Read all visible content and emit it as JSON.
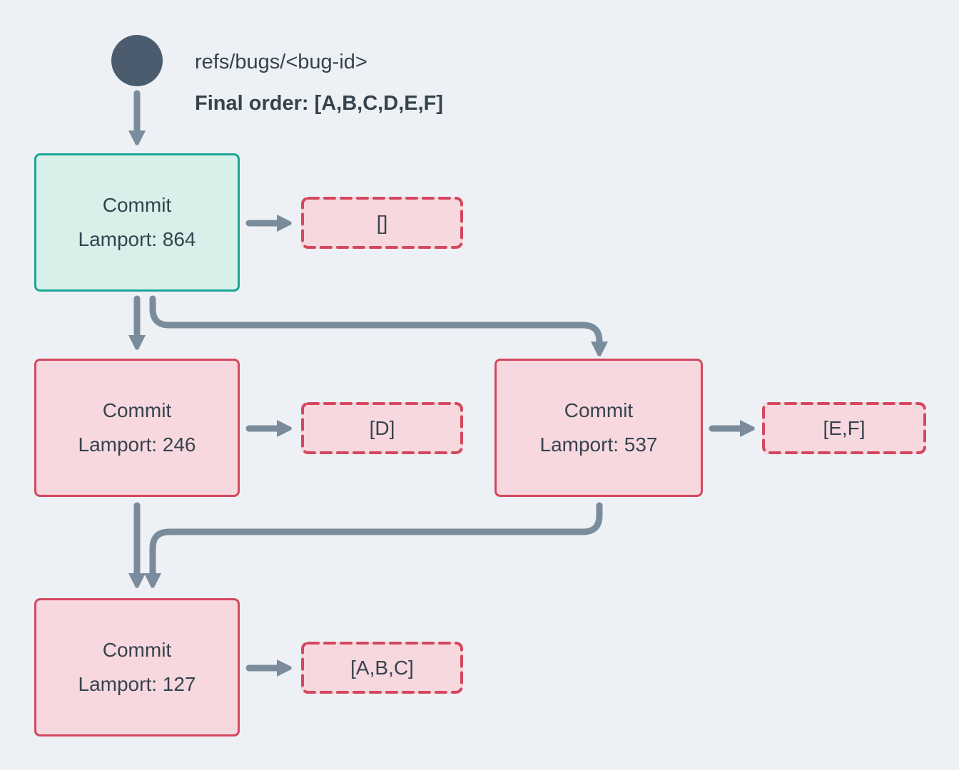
{
  "colors": {
    "page-bg": "#EDF1F5",
    "text": "#36434E",
    "circle": "#4A5C6D",
    "arrow": "#7A8C9C",
    "teal-border": "#1BA695",
    "teal-fill": "#D8EFEA",
    "red-border": "#D4485E",
    "pink-fill": "#F7D8DE"
  },
  "header": {
    "ref": "refs/bugs/<bug-id>",
    "final_order": "Final order: [A,B,C,D,E,F]"
  },
  "nodes": {
    "n864": {
      "title": "Commit",
      "subtitle": "Lamport: 864"
    },
    "n246": {
      "title": "Commit",
      "subtitle": "Lamport: 246"
    },
    "n537": {
      "title": "Commit",
      "subtitle": "Lamport: 537"
    },
    "n127": {
      "title": "Commit",
      "subtitle": "Lamport: 127"
    }
  },
  "payloads": {
    "p864": "[]",
    "p246": "[D]",
    "p537": "[E,F]",
    "p127": "[A,B,C]"
  }
}
